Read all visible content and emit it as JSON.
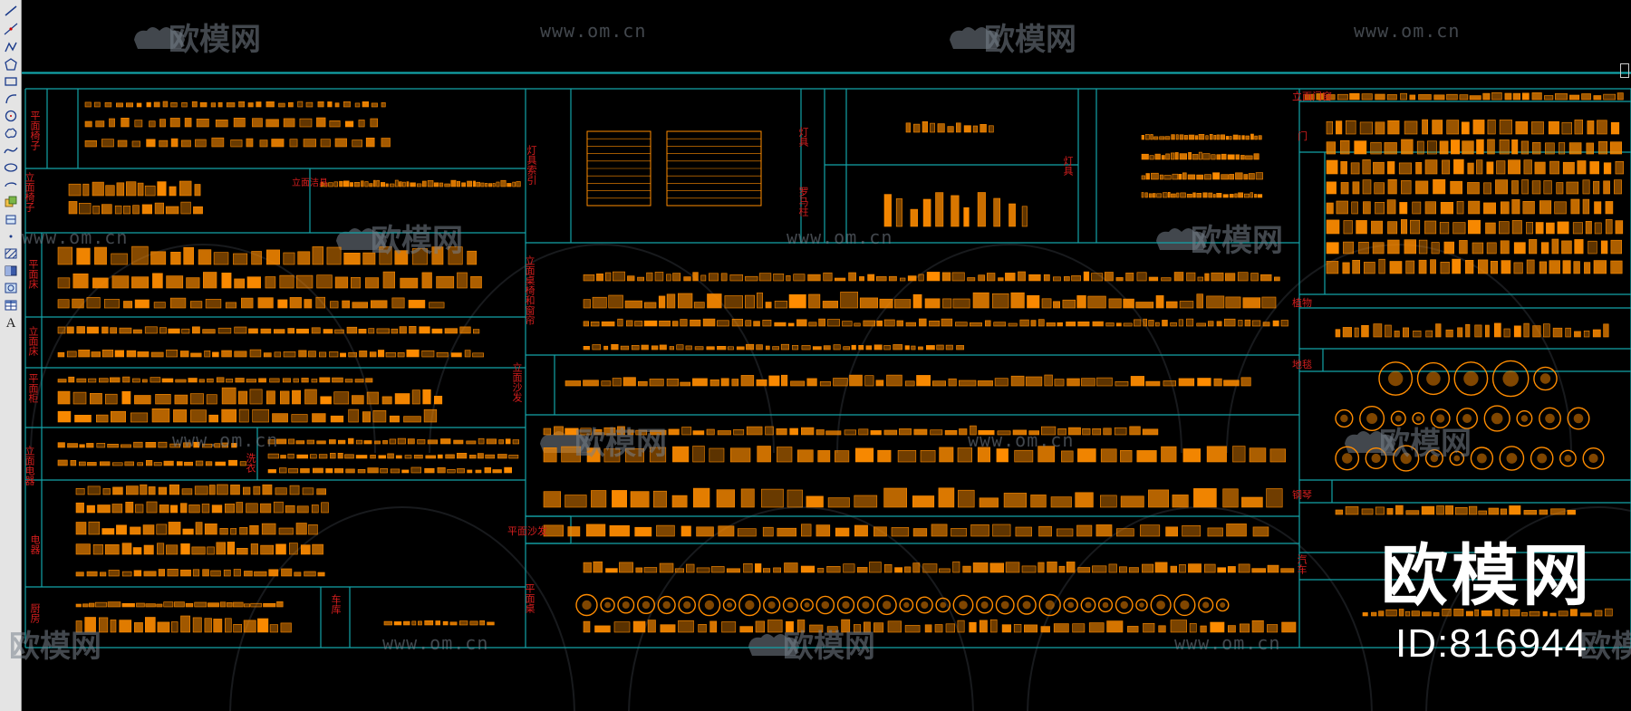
{
  "toolbar": {
    "tools": [
      {
        "name": "line-icon"
      },
      {
        "name": "construction-line-icon"
      },
      {
        "name": "polyline-icon"
      },
      {
        "name": "polygon-icon"
      },
      {
        "name": "rectangle-icon"
      },
      {
        "name": "arc-icon"
      },
      {
        "name": "circle-icon"
      },
      {
        "name": "revision-cloud-icon"
      },
      {
        "name": "spline-icon"
      },
      {
        "name": "ellipse-icon"
      },
      {
        "name": "ellipse-arc-icon"
      },
      {
        "name": "insert-block-icon"
      },
      {
        "name": "make-block-icon"
      },
      {
        "name": "point-icon"
      },
      {
        "name": "hatch-icon"
      },
      {
        "name": "gradient-icon"
      },
      {
        "name": "region-icon"
      },
      {
        "name": "table-icon"
      },
      {
        "name": "multiline-text-icon",
        "label": "A"
      }
    ]
  },
  "watermark": {
    "brand": "欧模网",
    "url": "www.om.cn"
  },
  "labels": {
    "plan_chair": "平面椅子",
    "elev_table_chair": "立面椅子",
    "elev_toilet": "立面洁具",
    "plan_table": "平面床",
    "elev_bed": "立面床",
    "plan_cabinet": "平面柜",
    "elev_appliance": "立面电器",
    "elev_bath": "洗衣",
    "elec": "电器",
    "kitchen": "厨房",
    "car": "车库",
    "lamp_index": "灯具索引",
    "lamp1": "灯具",
    "roman_column": "罗马柱",
    "lamp2": "灯具",
    "elev_table_curtain": "立面桌椅和窗帘",
    "elev_sofa": "立面沙发",
    "plan_sofa": "平面沙发",
    "plan_desk": "平面桌",
    "door_window": "立面门窗",
    "door": "门",
    "plant": "植物",
    "carpet": "地毯",
    "piano": "钢琴",
    "vehicle": "汽车"
  },
  "overlay": {
    "brand": "欧模网",
    "id": "ID:816944"
  },
  "colors": {
    "grid": "#13a3a8",
    "symbol": "#ff8c00",
    "label": "#d61e1e",
    "background": "#000000",
    "toolbar": "#e4e4e4",
    "watermark": "#7a828c",
    "overlay_text": "#ffffff"
  }
}
